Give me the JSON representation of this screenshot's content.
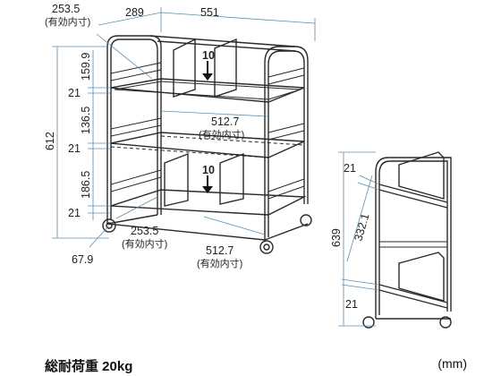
{
  "front": {
    "width_total": "551",
    "depth": "289",
    "inner_depth_top": "253.5",
    "inner_label": "(有効内寸)",
    "height_total": "612",
    "gap_top": "159.9",
    "gap_mid": "136.5",
    "gap_low": "186.5",
    "shelf_21_a": "21",
    "shelf_21_b": "21",
    "shelf_21_c": "21",
    "caster_offset": "67.9",
    "divider_pitch_top": "10",
    "divider_pitch_bottom": "10",
    "inner_width_mid": "512.7",
    "inner_width_bottom": "512.7",
    "inner_depth_bottom": "253.5"
  },
  "side": {
    "height_total": "639",
    "shelf_21_top": "21",
    "shelf_21_bottom": "21",
    "slant_length": "332.1"
  },
  "footer": {
    "load_text": "総耐荷重 20kg",
    "unit_text": "(mm)"
  }
}
